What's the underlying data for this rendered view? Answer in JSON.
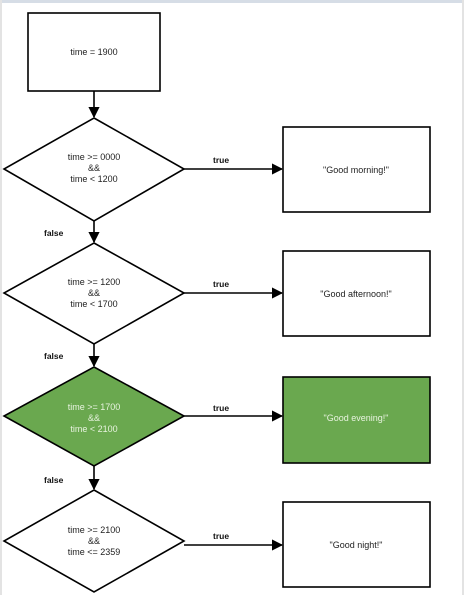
{
  "diagram": {
    "start": {
      "text": "time = 1900"
    },
    "conditions": [
      {
        "lines": [
          "time >= 0000",
          "&&",
          "time < 1200"
        ],
        "highlighted": false,
        "true_label": "true",
        "false_label": "false",
        "result": "\"Good morning!\""
      },
      {
        "lines": [
          "time >= 1200",
          "&&",
          "time < 1700"
        ],
        "highlighted": false,
        "true_label": "true",
        "false_label": "false",
        "result": "\"Good afternoon!\""
      },
      {
        "lines": [
          "time >= 1700",
          "&&",
          "time < 2100"
        ],
        "highlighted": true,
        "true_label": "true",
        "false_label": "false",
        "result": "\"Good evening!\""
      },
      {
        "lines": [
          "time >= 2100",
          "&&",
          "time <= 2359"
        ],
        "highlighted": false,
        "true_label": "true",
        "result": "\"Good night!\""
      }
    ],
    "colors": {
      "highlight_fill": "#6aa84f",
      "stroke": "#000000",
      "box_fill": "#ffffff"
    }
  }
}
